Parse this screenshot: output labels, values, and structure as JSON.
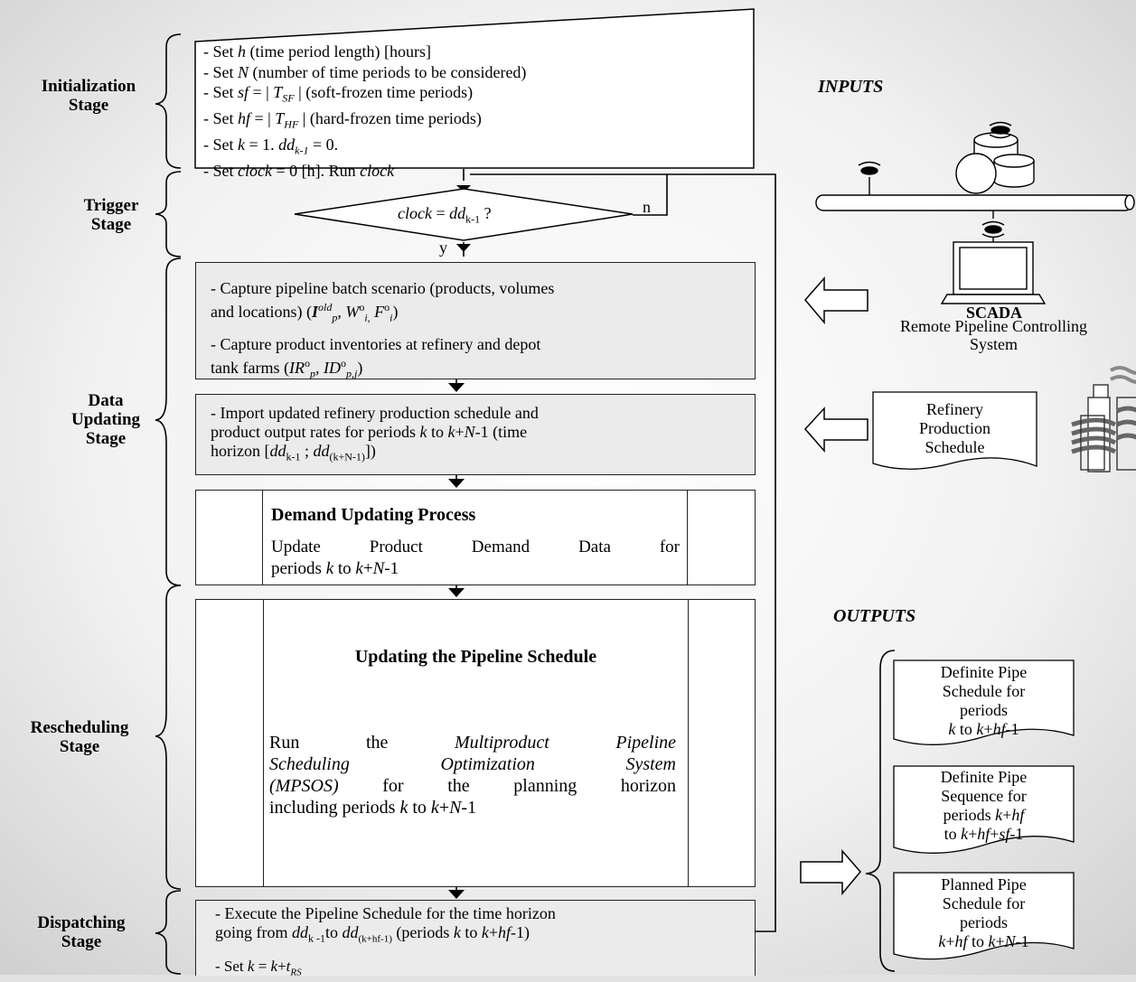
{
  "stages": {
    "initialization": [
      "Initialization",
      "Stage"
    ],
    "trigger": [
      "Trigger",
      "Stage"
    ],
    "data_updating": [
      "Data",
      "Updating",
      "Stage"
    ],
    "rescheduling": [
      "Rescheduling",
      "Stage"
    ],
    "dispatching": [
      "Dispatching",
      "Stage"
    ]
  },
  "init_box": {
    "lines": [
      [
        "- Set ",
        "h",
        " (time period length) [hours]"
      ],
      [
        "- Set ",
        "N",
        " (number of time periods to be considered)"
      ],
      [
        "- Set ",
        "sf",
        " = | ",
        "T",
        "SF",
        " |  (soft-frozen time periods)"
      ],
      [
        "- Set ",
        "hf",
        " = | ",
        "T",
        "HF",
        " |  (hard-frozen time periods)"
      ],
      [
        "- Set ",
        "k",
        " = 1. ",
        "dd",
        "k-1",
        " = 0."
      ],
      [
        "- Set ",
        "clock",
        " = 0 [h]. Run ",
        "clock"
      ]
    ]
  },
  "decision": {
    "var": "clock",
    "eq": " = ",
    "dd": "dd",
    "sub": "k-1",
    "q": " ?",
    "no_label": "n",
    "yes_label": "y"
  },
  "capture_box": {
    "line1": "- Capture pipeline batch scenario (products, volumes",
    "line2_a": "and locations) (",
    "I": "I",
    "I_sup": "old",
    "I_sub": "p",
    "W": "W",
    "W_sup": "o",
    "W_sub": "i,",
    "F": "F",
    "F_sup": "o",
    "F_sub": "i",
    "line3": "- Capture product inventories at refinery and depot",
    "line4_a": "tank farms (",
    "IR": "IR",
    "IR_sup": "o",
    "IR_sub": "p",
    "ID": "ID",
    "ID_sup": "o",
    "ID_sub": "p,j"
  },
  "import_box": {
    "line1": "- Import updated refinery production schedule and",
    "line2": [
      "product output rates for periods ",
      "k",
      " to ",
      "k",
      "+",
      "N",
      "-1 (time"
    ],
    "line3": [
      "horizon [",
      "dd",
      "k-1",
      " ; ",
      "dd",
      "(k+N-1)",
      "])"
    ]
  },
  "demand_box": {
    "title": "Demand Updating Process",
    "line1": "Update Product Demand Data for",
    "line2": [
      "periods ",
      "k",
      " to ",
      "k",
      "+",
      "N",
      "-1"
    ]
  },
  "resched_box": {
    "title": "Updating the Pipeline Schedule",
    "line1": [
      "Run",
      "the",
      "Multiproduct",
      "Pipeline"
    ],
    "line2": [
      "Scheduling",
      "Optimization",
      "System"
    ],
    "line3": [
      "(MPSOS)",
      "for",
      "the",
      "planning",
      "horizon"
    ],
    "line4": [
      "including periods ",
      "k",
      " to ",
      "k",
      "+",
      "N",
      "-1"
    ]
  },
  "dispatch_box": {
    "line1": "- Execute the Pipeline Schedule for the time horizon",
    "line2": [
      "going from ",
      "dd",
      "k -1",
      "to ",
      "dd",
      "(k+hf-1)",
      " (periods ",
      "k",
      " to ",
      "k",
      "+",
      "hf",
      "-1)"
    ],
    "line3": [
      "- Set ",
      "k",
      " = ",
      "k",
      "+",
      "t",
      "RS"
    ]
  },
  "inputs": {
    "heading": "INPUTS",
    "scada_title": "SCADA",
    "scada_sub": [
      "Remote Pipeline Controlling",
      "System"
    ],
    "refinery_doc": [
      "Refinery",
      "Production",
      "Schedule"
    ]
  },
  "outputs": {
    "heading": "OUTPUTS",
    "doc1": [
      [
        "Definite Pipe"
      ],
      [
        "Schedule for"
      ],
      [
        "periods"
      ],
      [
        "",
        "k",
        " to ",
        "k",
        "+",
        "hf",
        "-1"
      ]
    ],
    "doc2": [
      [
        "Definite Pipe"
      ],
      [
        "Sequence for"
      ],
      [
        "periods ",
        "k",
        "+",
        "hf"
      ],
      [
        "to ",
        "k",
        "+",
        "hf",
        "+",
        "sf",
        "-1"
      ]
    ],
    "doc3": [
      [
        "Planned Pipe"
      ],
      [
        "Schedule for"
      ],
      [
        "periods"
      ],
      [
        "",
        "k",
        "+",
        "hf",
        " to ",
        "k",
        "+",
        "N",
        "-1"
      ]
    ]
  }
}
